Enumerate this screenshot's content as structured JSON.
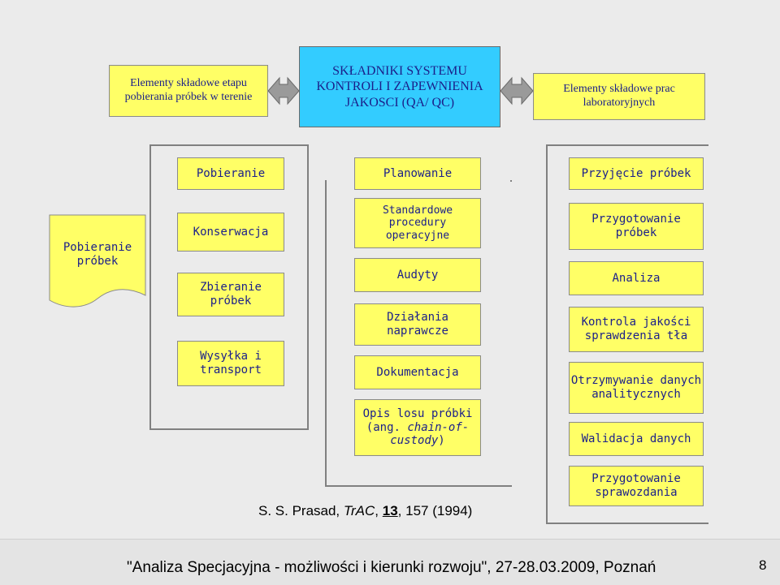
{
  "top": {
    "left": "Elementy składowe etapu pobierania próbek w terenie",
    "center": "SKŁADNIKI SYSTEMU KONTROLI I ZAPEWNIENIA JAKOSCI (QA/ QC)",
    "right": "Elementy składowe prac laboratoryjnych"
  },
  "headers": {
    "col1": "Pobieranie",
    "col2": "Planowanie",
    "col3": "Przyjęcie próbek"
  },
  "document_box": "Pobieranie próbek",
  "col1_items": [
    "Konserwacja",
    "Zbieranie próbek",
    "Wysyłka i transport"
  ],
  "col2_items": [
    "Standardowe procedury operacyjne",
    "Audyty",
    "Działania naprawcze",
    "Dokumentacja"
  ],
  "col2_last": {
    "line1": "Opis losu próbki",
    "line2_prefix": "(ang. ",
    "line2_italic": "chain-of-",
    "line3_italic": "custody",
    "line3_suffix": ")"
  },
  "col3_items": [
    "Przygotowanie próbek",
    "Analiza",
    "Kontrola jakości sprawdzenia tła",
    "Otrzymywanie danych analitycznych",
    "Walidacja danych",
    "Przygotowanie sprawozdania"
  ],
  "citation": {
    "author": "S. S. Prasad, ",
    "journal": "TrAC",
    "sep1": ", ",
    "volume": "13",
    "rest": ", 157 (1994)"
  },
  "footer": {
    "text": "\"Analiza Specjacyjna - możliwości i kierunki rozwoju\", 27-28.03.2009, Poznań",
    "page_number": "8"
  },
  "colors": {
    "yellow": "#ffff66",
    "cyan": "#33ccff",
    "text": "#1b1f8a",
    "line": "#808080"
  }
}
